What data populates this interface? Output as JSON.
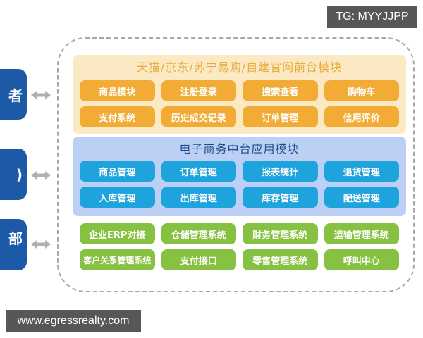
{
  "watermarks": {
    "top_right": "TG: MYYJJPP",
    "bottom_left": "www.egressrealty.com"
  },
  "left_nodes": [
    {
      "label": "者"
    },
    {
      "label": ")"
    },
    {
      "label": "部"
    }
  ],
  "panels": {
    "front": {
      "title": "天猫/京东/苏宁易购/自建官网前台模块",
      "color": "#f2ac35",
      "items": [
        "商品模块",
        "注册登录",
        "搜索查看",
        "购物车",
        "支付系统",
        "历史成交记录",
        "订单管理",
        "信用评价"
      ]
    },
    "middle": {
      "title": "电子商务中台应用模块",
      "color": "#1ea3dc",
      "items": [
        "商品管理",
        "订单管理",
        "报表统计",
        "退货管理",
        "入库管理",
        "出库管理",
        "库存管理",
        "配送管理"
      ]
    },
    "back": {
      "color": "#86c142",
      "items": [
        "企业ERP对接",
        "仓储管理系统",
        "财务管理系统",
        "运输管理系统",
        "客户关系管理系统",
        "支付接口",
        "零售管理系统",
        "呼叫中心"
      ]
    }
  }
}
